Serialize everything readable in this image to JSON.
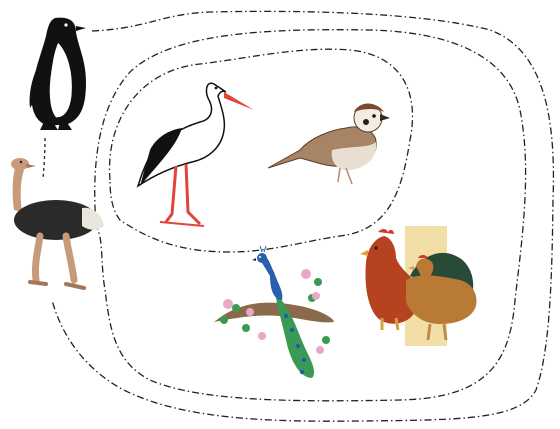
{
  "diagram": {
    "kind": "nested-set-euler-diagram",
    "boundary_style": "dash-dot",
    "birds": [
      {
        "name": "penguin",
        "region": "outermost"
      },
      {
        "name": "ostrich",
        "region": "outermost"
      },
      {
        "name": "stork",
        "region": "innermost"
      },
      {
        "name": "sparrow",
        "region": "innermost"
      },
      {
        "name": "peacock",
        "region": "middle"
      },
      {
        "name": "rooster-and-hen",
        "region": "middle"
      }
    ]
  },
  "colors": {
    "boundary": "#222222",
    "background": "#ffffff",
    "stork_beak": "#e0453a",
    "sparrow_cap": "#7a4a2e",
    "peacock_body": "#2a5fb0",
    "peacock_tail": "#3a9a55",
    "rooster_body": "#b5431f",
    "hen_body": "#b87a35",
    "hen_backdrop": "#f2dfa8",
    "ostrich_body": "#2a2a2a",
    "ostrich_neck": "#c79a7a"
  }
}
